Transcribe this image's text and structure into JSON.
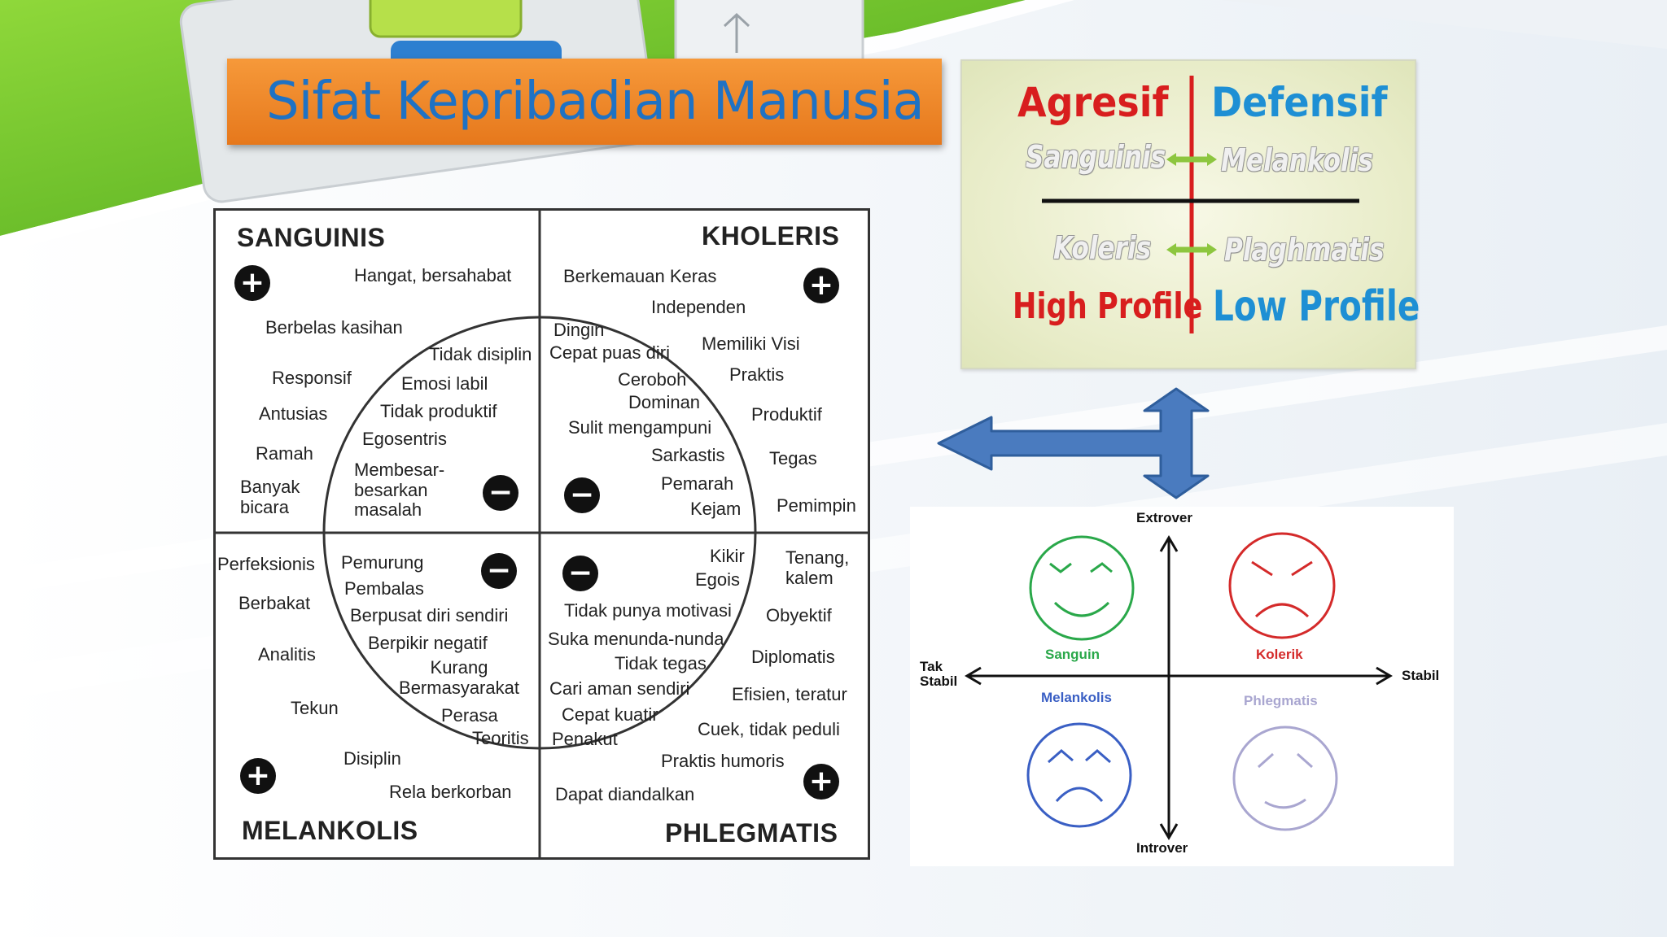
{
  "slide": {
    "title": "Sifat Kepribadian Manusia",
    "colors": {
      "title_text": "#1f72c4",
      "banner": "#f0892c",
      "green_band": "#6cc22a",
      "arrow": "#4a7bbf"
    }
  },
  "quadrant_diagram": {
    "headings": {
      "tl": "SANGUINIS",
      "tr": "KHOLERIS",
      "bl": "MELANKOLIS",
      "br": "PHLEGMATIS"
    },
    "sanguinis": {
      "plus": [
        "Hangat, bersahabat",
        "Berbelas kasihan",
        "Responsif",
        "Antusias",
        "Ramah",
        "Banyak bicara"
      ],
      "minus": [
        "Tidak disiplin",
        "Emosi labil",
        "Tidak produktif",
        "Egosentris",
        "Membesar-besarkan masalah"
      ]
    },
    "kholeris": {
      "plus": [
        "Berkemauan Keras",
        "Independen",
        "Memiliki Visi",
        "Praktis",
        "Produktif",
        "Tegas",
        "Pemimpin"
      ],
      "minus": [
        "Dingin",
        "Cepat puas diri",
        "Ceroboh",
        "Dominan",
        "Sulit mengampuni",
        "Sarkastis",
        "Pemarah",
        "Kejam"
      ]
    },
    "melankolis": {
      "plus": [
        "Perfeksionis",
        "Berbakat",
        "Analitis",
        "Tekun",
        "Disiplin",
        "Rela berkorban"
      ],
      "minus": [
        "Pemurung",
        "Pembalas",
        "Berpusat diri sendiri",
        "Berpikir negatif",
        "Kurang Bermasyarakat",
        "Perasa",
        "Teoritis"
      ]
    },
    "phlegmatis": {
      "plus": [
        "Tenang, kalem",
        "Obyektif",
        "Diplomatis",
        "Efisien, teratur",
        "Cuek, tidak peduli",
        "Praktis humoris",
        "Dapat diandalkan"
      ],
      "minus": [
        "Kikir",
        "Egois",
        "Tidak punya motivasi",
        "Suka menunda-nunda",
        "Tidak tegas",
        "Cari aman sendiri",
        "Cepat kuatir",
        "Penakut"
      ]
    }
  },
  "typology_image": {
    "top_left": "Agresif",
    "top_right": "Defensif",
    "row1_left": "Sanguinis",
    "row1_right": "Melankolis",
    "row2_left": "Koleris",
    "row2_right": "Plaghmatis",
    "bottom_left": "High Profile",
    "bottom_right": "Low Profile",
    "colors": {
      "red": "#d81e1e",
      "blue": "#1e8fd4"
    }
  },
  "axis_chart": {
    "top": "Extrover",
    "bottom": "Introver",
    "left": "Tak Stabil",
    "right": "Stabil",
    "faces": [
      {
        "label": "Sanguin",
        "mood": "smile",
        "color": "#2aa84a"
      },
      {
        "label": "Kolerik",
        "mood": "angry",
        "color": "#d42a2a"
      },
      {
        "label": "Melankolis",
        "mood": "sad",
        "color": "#3a5fc4"
      },
      {
        "label": "Phlegmatis",
        "mood": "calm",
        "color": "#a9a6d0"
      }
    ]
  }
}
